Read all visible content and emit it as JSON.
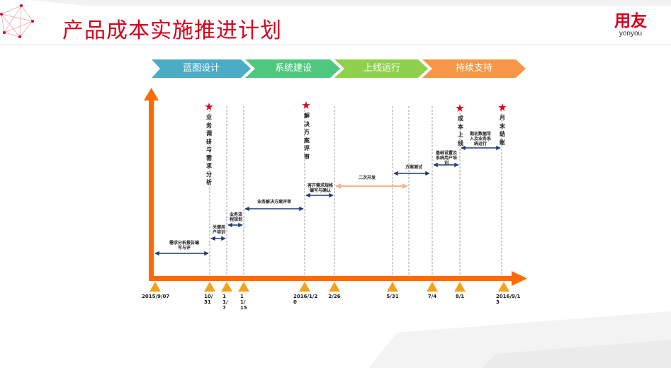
{
  "title": "产品成本实施推进计划",
  "logo": {
    "cn": "用友",
    "en": "yonyou"
  },
  "phases": [
    {
      "label": "蓝图设计",
      "color": "#4bacc6"
    },
    {
      "label": "系统建设",
      "color": "#4fc87e"
    },
    {
      "label": "上线运行",
      "color": "#8fd14f"
    },
    {
      "label": "持续支持",
      "color": "#f79646"
    }
  ],
  "milestones": [
    {
      "label": "业务调研与需求分析"
    },
    {
      "label": "解决方案评审"
    },
    {
      "label": "成本上线"
    },
    {
      "label": "月末结账"
    }
  ],
  "tasks": [
    {
      "label": "需求分析报告编写与评"
    },
    {
      "label": "关键用户培训"
    },
    {
      "label": "业务流程规划"
    },
    {
      "label": "业务解决方案评审"
    },
    {
      "label": "客开需求规格编写与确认"
    },
    {
      "label": "二次开发"
    },
    {
      "label": "方案测试"
    },
    {
      "label": "基础设置及系统用户培训"
    },
    {
      "label": "期初数据导入及业务系统运行"
    }
  ],
  "dates": [
    {
      "label": "2015/9/07"
    },
    {
      "label": "10/31"
    },
    {
      "label": "11/7"
    },
    {
      "label": "11/15"
    },
    {
      "label": "2016/1/20"
    },
    {
      "label": "2/26"
    },
    {
      "label": "5/31"
    },
    {
      "label": "7/4"
    },
    {
      "label": "8/1"
    },
    {
      "label": "2016/9/13"
    }
  ],
  "colors": {
    "title": "#d6001c",
    "axis": "#ff6a00",
    "task_arrow": "#1f3b77",
    "dev_arrow": "#f7b48a",
    "star": "#e0001a",
    "date_marker": "#f4a21c"
  }
}
